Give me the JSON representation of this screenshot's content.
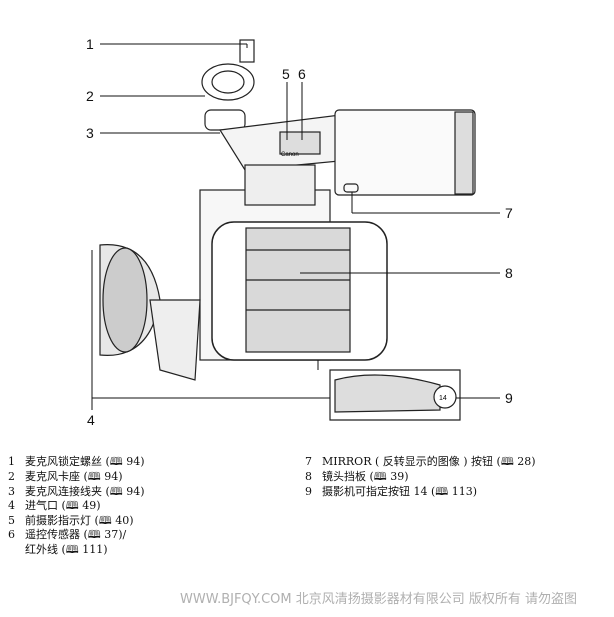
{
  "callouts": [
    "1",
    "2",
    "3",
    "4",
    "5",
    "6",
    "7",
    "8",
    "9"
  ],
  "legend_left": [
    {
      "num": "1",
      "text": "麦克风锁定螺丝 (🕮 94)"
    },
    {
      "num": "2",
      "text": "麦克风卡座 (🕮 94)"
    },
    {
      "num": "3",
      "text": "麦克风连接线夹 (🕮 94)"
    },
    {
      "num": "4",
      "text": "进气口 (🕮 49)"
    },
    {
      "num": "5",
      "text": "前摄影指示灯 (🕮 40)"
    },
    {
      "num": "6",
      "text": "遥控传感器 (🕮 37)/"
    },
    {
      "num": "",
      "text": "红外线 (🕮 111)"
    }
  ],
  "legend_right": [
    {
      "num": "7",
      "text": "MIRROR ( 反转显示的图像 ) 按钮 (🕮 28)"
    },
    {
      "num": "8",
      "text": "镜头挡板 (🕮 39)"
    },
    {
      "num": "9",
      "text": "摄影机可指定按钮 14 (🕮 113)"
    }
  ],
  "camera_labels": {
    "brand": "Canon",
    "button": "14"
  },
  "watermark": "WWW.BJFQY.COM 北京风清扬摄影器材有限公司 版权所有 请勿盗图"
}
